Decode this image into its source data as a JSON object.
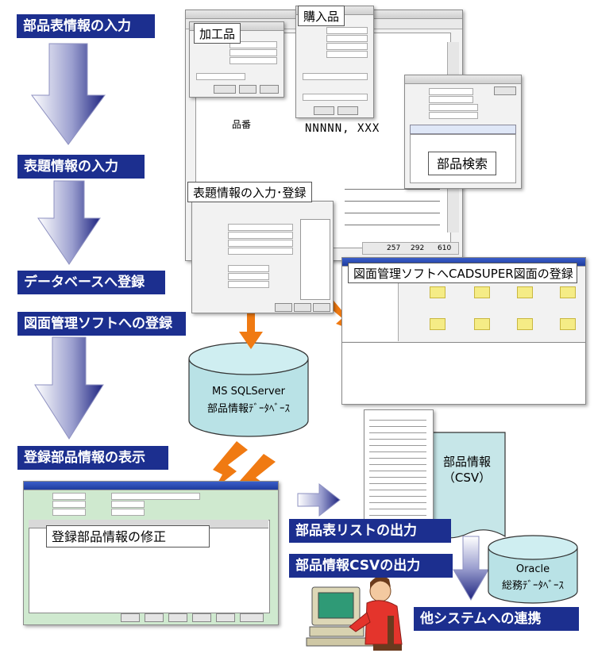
{
  "steps": {
    "s1": "部品表情報の入力",
    "s2": "表題情報の入力",
    "s3": "データベースへ登録",
    "s4": "図面管理ソフトへの登録",
    "s5": "登録部品情報の表示",
    "s6": "部品表リストの出力",
    "s7": "部品情報CSVの出力",
    "s8": "他システムへの連携"
  },
  "callouts": {
    "kakouhin": "加工品",
    "kounyuuhin": "購入品",
    "hinban": "品番",
    "nnnnn": "NNNNN, XXX",
    "buhin_kensaku": "部品検索",
    "hyoudai": "表題情報の入力･登録",
    "zumen_kanri": "図面管理ソフトへCADSUPER図面の登録",
    "shusei": "登録部品情報の修正"
  },
  "databases": {
    "sqlserver_line1": "MS SQLServer",
    "sqlserver_line2": "部品情報ﾃﾞｰﾀﾍﾞｰｽ",
    "oracle_line1": "Oracle",
    "oracle_line2": "総務ﾃﾞｰﾀﾍﾞｰｽ"
  },
  "document": {
    "csv_line1": "部品情報",
    "csv_line2": "（CSV）"
  },
  "cad_status": [
    "257",
    "292",
    "610"
  ],
  "colors": {
    "step_bg": "#1c2f8f",
    "arrow_orange": "#f07a12",
    "cylinder_fill": "#b9e2e6",
    "document_fill": "#c6e6e8",
    "flow_arrow": "#2b2f8c"
  }
}
